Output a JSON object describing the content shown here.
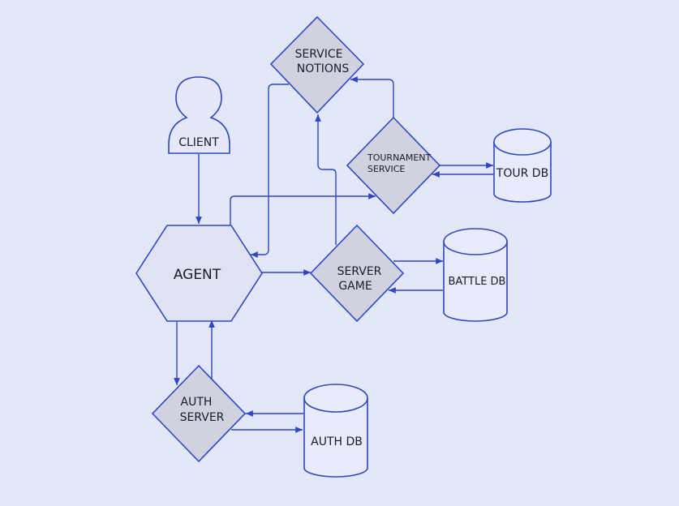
{
  "nodes": {
    "client": {
      "label": "CLIENT"
    },
    "agent": {
      "label": "AGENT"
    },
    "service_notions": {
      "line1": "SERVICE",
      "line2": "NOTIONS"
    },
    "tournament_service": {
      "line1": "TOURNAMENT",
      "line2": "SERVICE"
    },
    "tour_db": {
      "label": "TOUR DB"
    },
    "server_game": {
      "line1": "SERVER",
      "line2": "GAME"
    },
    "battle_db": {
      "label": "BATTLE DB"
    },
    "auth_server": {
      "line1": "AUTH",
      "line2": "SERVER"
    },
    "auth_db": {
      "label": "AUTH DB"
    }
  },
  "colors": {
    "background": "#e2e8fa",
    "stroke": "#2f45c5",
    "diamond_fill": "#d0d3df",
    "hexagon_fill": "#dfe2f0",
    "cylinder_fill": "#e8ebfb",
    "person_fill": "#e4e8f8"
  }
}
